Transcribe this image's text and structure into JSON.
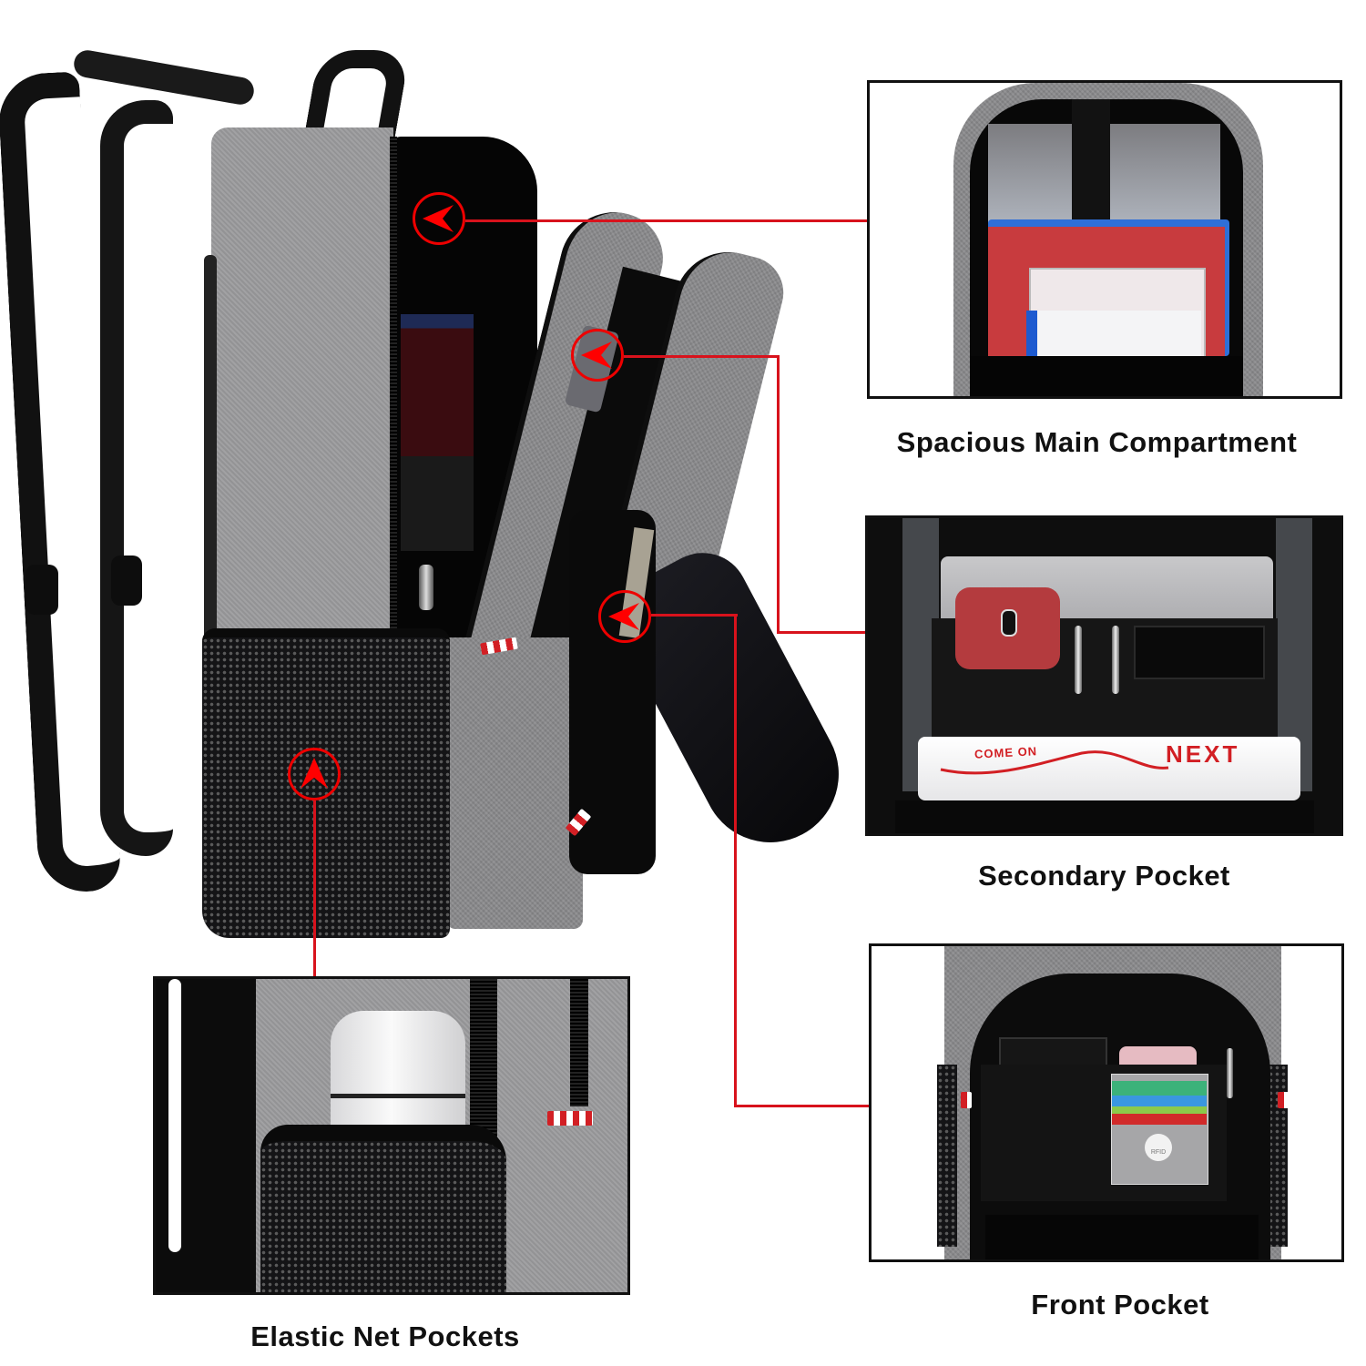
{
  "page_title": "Backpack Feature Infographic",
  "accent_color": "#d8121c",
  "features": [
    {
      "id": "main",
      "caption": "Spacious Main Compartment"
    },
    {
      "id": "secondary",
      "caption": "Secondary Pocket",
      "pillow_text_left": "COME ON",
      "pillow_text_right": "NEXT"
    },
    {
      "id": "front",
      "caption": "Front Pocket",
      "badge_text": "RFID"
    },
    {
      "id": "net",
      "caption": "Elastic Net Pockets"
    }
  ]
}
